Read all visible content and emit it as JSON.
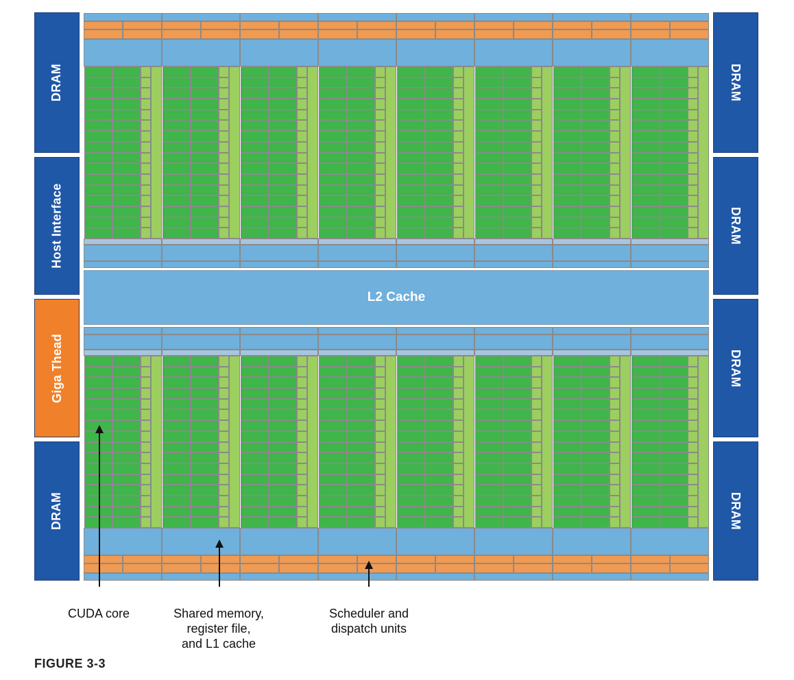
{
  "colors": {
    "dram": "#2058a8",
    "giga": "#f0812a",
    "light_blue": "#6fb0dc",
    "pale_blue": "#a9c4de",
    "orange": "#f19a51",
    "green": "#3fb54a",
    "light_green": "#9ccf5f",
    "grid_line": "#8a8a8a"
  },
  "left_blocks": [
    {
      "label": "DRAM",
      "color": "#2058a8"
    },
    {
      "label": "Host Interface",
      "color": "#2058a8"
    },
    {
      "label": "Giga Thead",
      "color": "#f0812a"
    },
    {
      "label": "DRAM",
      "color": "#2058a8"
    }
  ],
  "right_blocks": [
    {
      "label": "DRAM"
    },
    {
      "label": "DRAM"
    },
    {
      "label": "DRAM"
    },
    {
      "label": "DRAM"
    }
  ],
  "l2_label": "L2 Cache",
  "callouts": [
    {
      "label": "CUDA core"
    },
    {
      "label": "Shared memory,\nregister file,\nand L1 cache"
    },
    {
      "label": "Scheduler and\ndispatch units"
    }
  ],
  "figure_label": "FIGURE 3-3"
}
